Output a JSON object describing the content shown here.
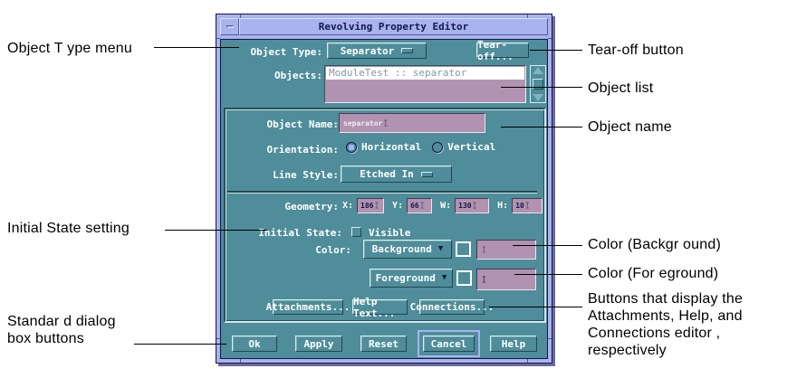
{
  "colors": {
    "frame_periwinkle": "#a9b3ee",
    "dialog_teal": "#4e8d99",
    "field_mauve": "#b192b0",
    "title_navy": "#16164a",
    "shadow_slate": "#6a6a9e",
    "list_selected_bg": "#ffffff"
  },
  "callouts": {
    "left": [
      {
        "label": "Object T ype menu"
      },
      {
        "label": "Initial State setting"
      },
      {
        "label": "Standar d dialog\nbox buttons"
      }
    ],
    "right": [
      {
        "label": "Tear-off button"
      },
      {
        "label": "Object list"
      },
      {
        "label": "Object name"
      },
      {
        "label": "Color (Backgr ound)"
      },
      {
        "label": "Color (For eground)"
      },
      {
        "label": "Buttons that display the\nAttachments, Help, and\nConnections editor ,\nrespectively"
      }
    ]
  },
  "window": {
    "title": "Revolving Property Editor",
    "object_type": {
      "label": "Object Type:",
      "value": "Separator"
    },
    "tear_off_label": "Tear-off...",
    "objects": {
      "label": "Objects:",
      "items": [
        "ModuleTest :: separator"
      ]
    },
    "object_name": {
      "label": "Object Name:",
      "value": "separator"
    },
    "orientation": {
      "label": "Orientation:",
      "options": [
        "Horizontal",
        "Vertical"
      ],
      "selected": "Horizontal"
    },
    "line_style": {
      "label": "Line Style:",
      "value": "Etched In"
    },
    "geometry": {
      "label": "Geometry:",
      "fields": [
        {
          "label": "X:",
          "value": "186"
        },
        {
          "label": "Y:",
          "value": "66"
        },
        {
          "label": "W:",
          "value": "130"
        },
        {
          "label": "H:",
          "value": "10"
        }
      ]
    },
    "initial_state": {
      "label": "Initial State:",
      "checkbox_label": "Visible",
      "checked": false
    },
    "color": {
      "label": "Color:",
      "menus": [
        "Background",
        "Foreground"
      ]
    },
    "editor_buttons": [
      "Attachments...",
      "Help Text...",
      "Connections..."
    ],
    "dialog_buttons": [
      "Ok",
      "Apply",
      "Reset",
      "Cancel",
      "Help"
    ],
    "default_button": "Cancel"
  }
}
